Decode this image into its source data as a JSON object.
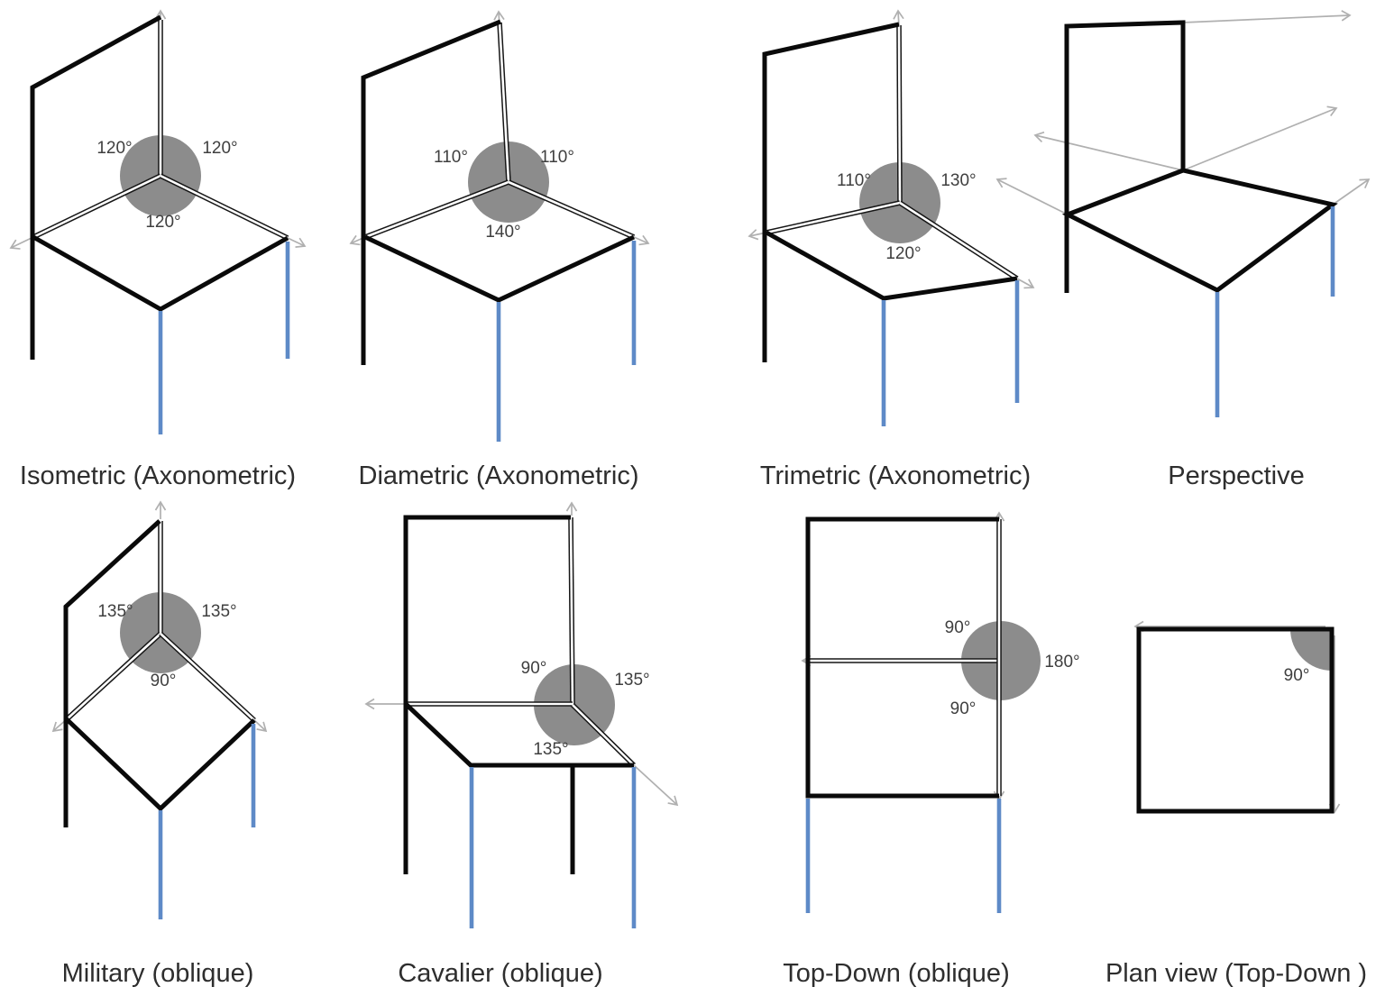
{
  "colors": {
    "edge": "#0a0a0a",
    "leg": "#5e8ac7",
    "arrow": "#b0b0b0",
    "circle": "#8c8c8c",
    "cap": "#2e2e2e",
    "ang": "#3f3f3f"
  },
  "panels": [
    {
      "caption": "Isometric (Axonometric)",
      "angles": [
        "120°",
        "120°",
        "120°"
      ]
    },
    {
      "caption": "Diametric (Axonometric)",
      "angles": [
        "110°",
        "110°",
        "140°"
      ]
    },
    {
      "caption": "Trimetric (Axonometric)",
      "angles": [
        "110°",
        "130°",
        "120°"
      ]
    },
    {
      "caption": "Perspective",
      "angles": []
    },
    {
      "caption": "Military (oblique)",
      "angles": [
        "135°",
        "135°",
        "90°"
      ]
    },
    {
      "caption": "Cavalier (oblique)",
      "angles": [
        "90°",
        "135°",
        "135°"
      ]
    },
    {
      "caption": "Top-Down (oblique)",
      "angles": [
        "90°",
        "90°",
        "180°"
      ]
    },
    {
      "caption": "Plan view (Top-Down )",
      "angles": [
        "90°"
      ]
    }
  ]
}
